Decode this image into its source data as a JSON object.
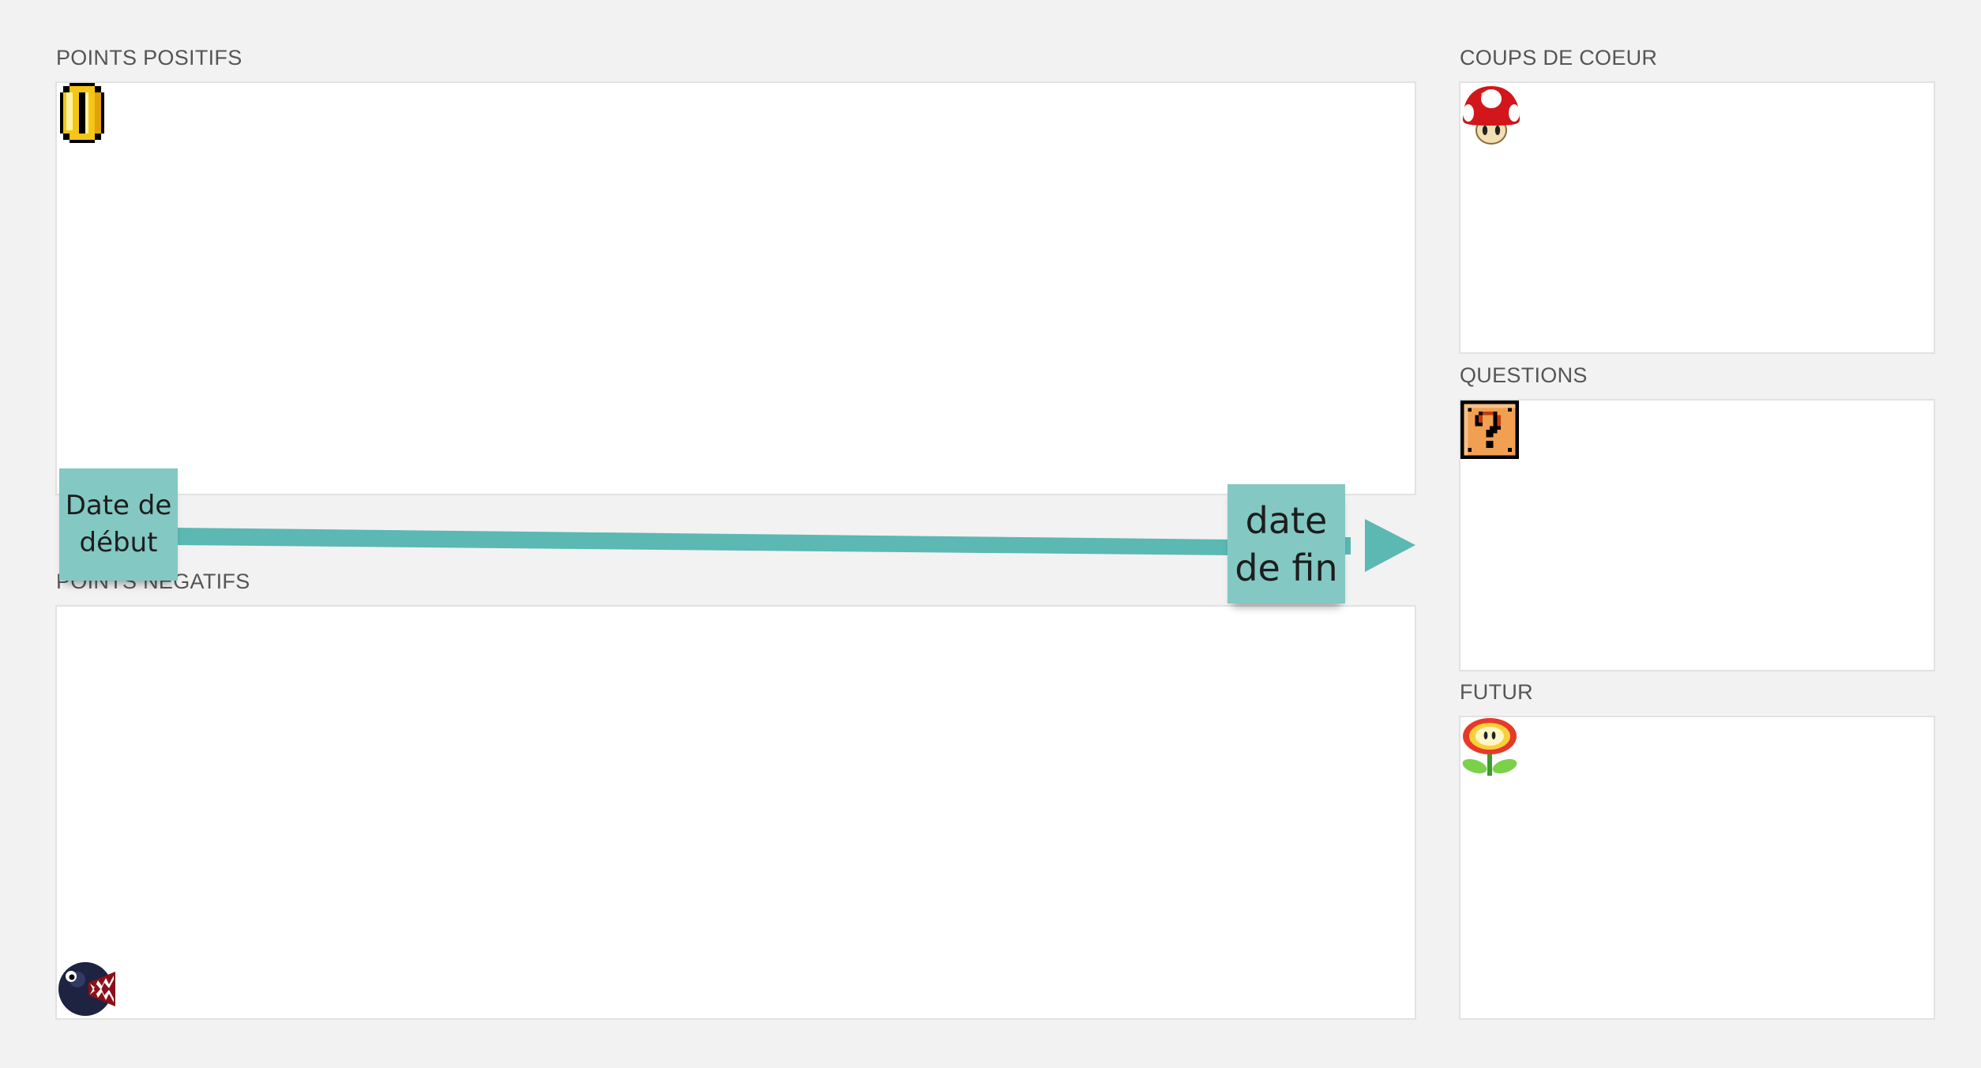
{
  "board": {
    "points_positifs": {
      "label": "POINTS POSITIFS",
      "icon": "coin-icon"
    },
    "points_negatifs": {
      "label": "POINTS NÉGATIFS",
      "icon": "chain-chomp-icon"
    },
    "coups_de_coeur": {
      "label": "COUPS DE COEUR",
      "icon": "mushroom-icon"
    },
    "questions": {
      "label": "QUESTIONS",
      "icon": "question-block-icon"
    },
    "futur": {
      "label": "FUTUR",
      "icon": "fire-flower-icon"
    }
  },
  "timeline": {
    "start_note": {
      "line1": "Date de",
      "line2": "début"
    },
    "end_note": {
      "line1": "date",
      "line2": "de fin"
    },
    "color": "#5bb8b3"
  },
  "colors": {
    "background": "#f2f2f2",
    "panel": "#ffffff",
    "sticky": "#83c8c3"
  }
}
